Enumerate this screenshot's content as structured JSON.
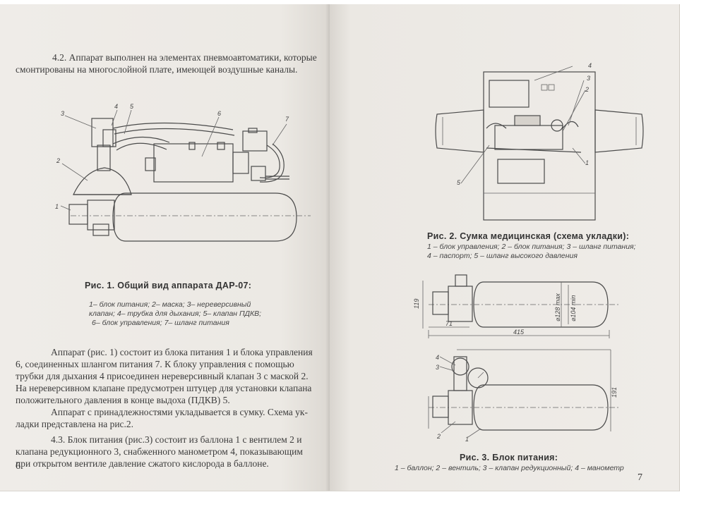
{
  "left_page": {
    "intro_paragraph": [
      "4.2. Аппарат выполнен на элементах пневмоавтоматики, которые",
      "смонтированы на многослойной плате, имеющей воздушные каналы."
    ],
    "figure1": {
      "title": "Рис. 1. Общий вид аппарата ДАР-07:",
      "legend": [
        "1– блок питания;  2– маска;  3– нереверсивный",
        "клапан; 4– трубка для дыхания; 5– клапан ПДКВ;",
        "6– блок управления; 7– шланг питания"
      ],
      "callouts": [
        "1",
        "2",
        "3",
        "4",
        "5",
        "6",
        "7"
      ]
    },
    "paragraph_device": [
      "Аппарат (рис. 1) состоит из блока питания 1 и блока управления",
      "6, соединенных шлангом питания 7. К блоку управления с помощью",
      "трубки для дыхания 4 присоединен нереверсивный клапан 3 с маской 2.",
      "На нереверсивном клапане предусмотрен штуцер для установки клапана",
      "положительного давления в конце выдоха (ПДКВ) 5."
    ],
    "paragraph_bag": [
      "Аппарат с принадлежностями укладывается в сумку. Схема ук-",
      "ладки представлена на рис.2."
    ],
    "paragraph_power": [
      "4.3. Блок питания (рис.3) состоит из баллона 1 с вентилем 2 и",
      "клапана редукционного 3, снабженного манометром 4, показывающим",
      "при открытом вентиле давление сжатого кислорода в баллоне."
    ],
    "page_number": "6"
  },
  "right_page": {
    "figure2": {
      "title": "Рис. 2.  Сумка медицинская (схема укладки):",
      "legend": [
        "1 – блок управления; 2 – блок питания; 3 – шланг питания;",
        "4 – паспорт; 5 – шланг высокого давления"
      ],
      "callouts": [
        "1",
        "2",
        "3",
        "4",
        "5"
      ]
    },
    "figure3": {
      "title": "Рис. 3. Блок питания:",
      "legend": "1 – баллон;  2 – вентиль;  3 – клапан редукционный;  4 – манометр",
      "callouts": [
        "1",
        "2",
        "3",
        "4"
      ],
      "dimensions": {
        "height_left": "119",
        "diameter_outer": "⌀128 max",
        "diameter_inner": "⌀104 min",
        "offset": "71",
        "length": "415",
        "height_total": "191"
      }
    },
    "page_number": "7"
  }
}
